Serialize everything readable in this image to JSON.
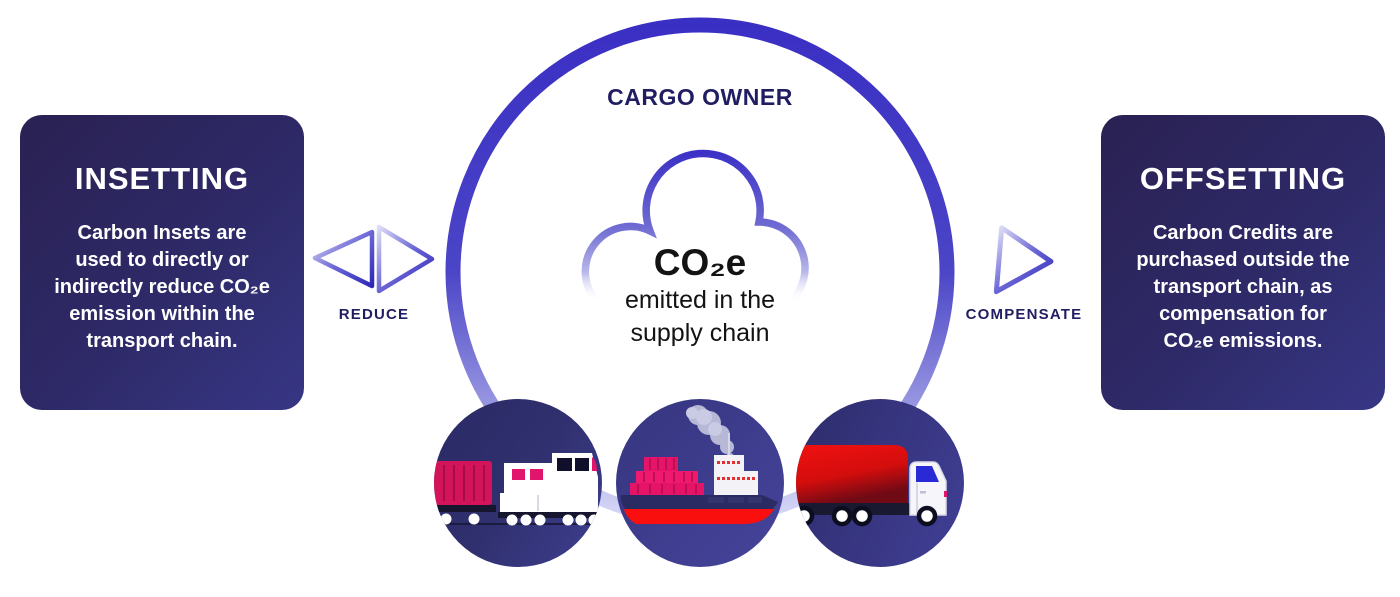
{
  "colors": {
    "accent_blue": "#3a2fc3",
    "ring_fade": "#d7d8f6",
    "navy_text": "#211d63",
    "panel_dark": "#2a2152",
    "panel_light": "#373685",
    "magenta": "#e0156b",
    "red": "#f20f0f"
  },
  "inset_panel": {
    "title": "INSETTING",
    "body_lines": [
      "Carbon Insets are",
      "used to directly or",
      "indirectly reduce CO₂e",
      "emission within the",
      "transport chain."
    ]
  },
  "offset_panel": {
    "title": "OFFSETTING",
    "body_lines": [
      "Carbon Credits are",
      "purchased outside the",
      "transport chain, as",
      "compensation for",
      "CO₂e emissions."
    ]
  },
  "center": {
    "top_label": "CARGO OWNER",
    "cloud_icon": "co2-cloud-icon",
    "cloud_heading": "CO₂e",
    "cloud_lines": [
      "emitted in the",
      "supply chain"
    ]
  },
  "reduce": {
    "label": "REDUCE",
    "icon": "reduce-twin-triangles-icon"
  },
  "compensate": {
    "label": "COMPENSATE",
    "icon": "compensate-triangle-icon"
  },
  "transport_modes": [
    {
      "name": "train-icon"
    },
    {
      "name": "cargo-ship-icon"
    },
    {
      "name": "truck-icon"
    }
  ]
}
